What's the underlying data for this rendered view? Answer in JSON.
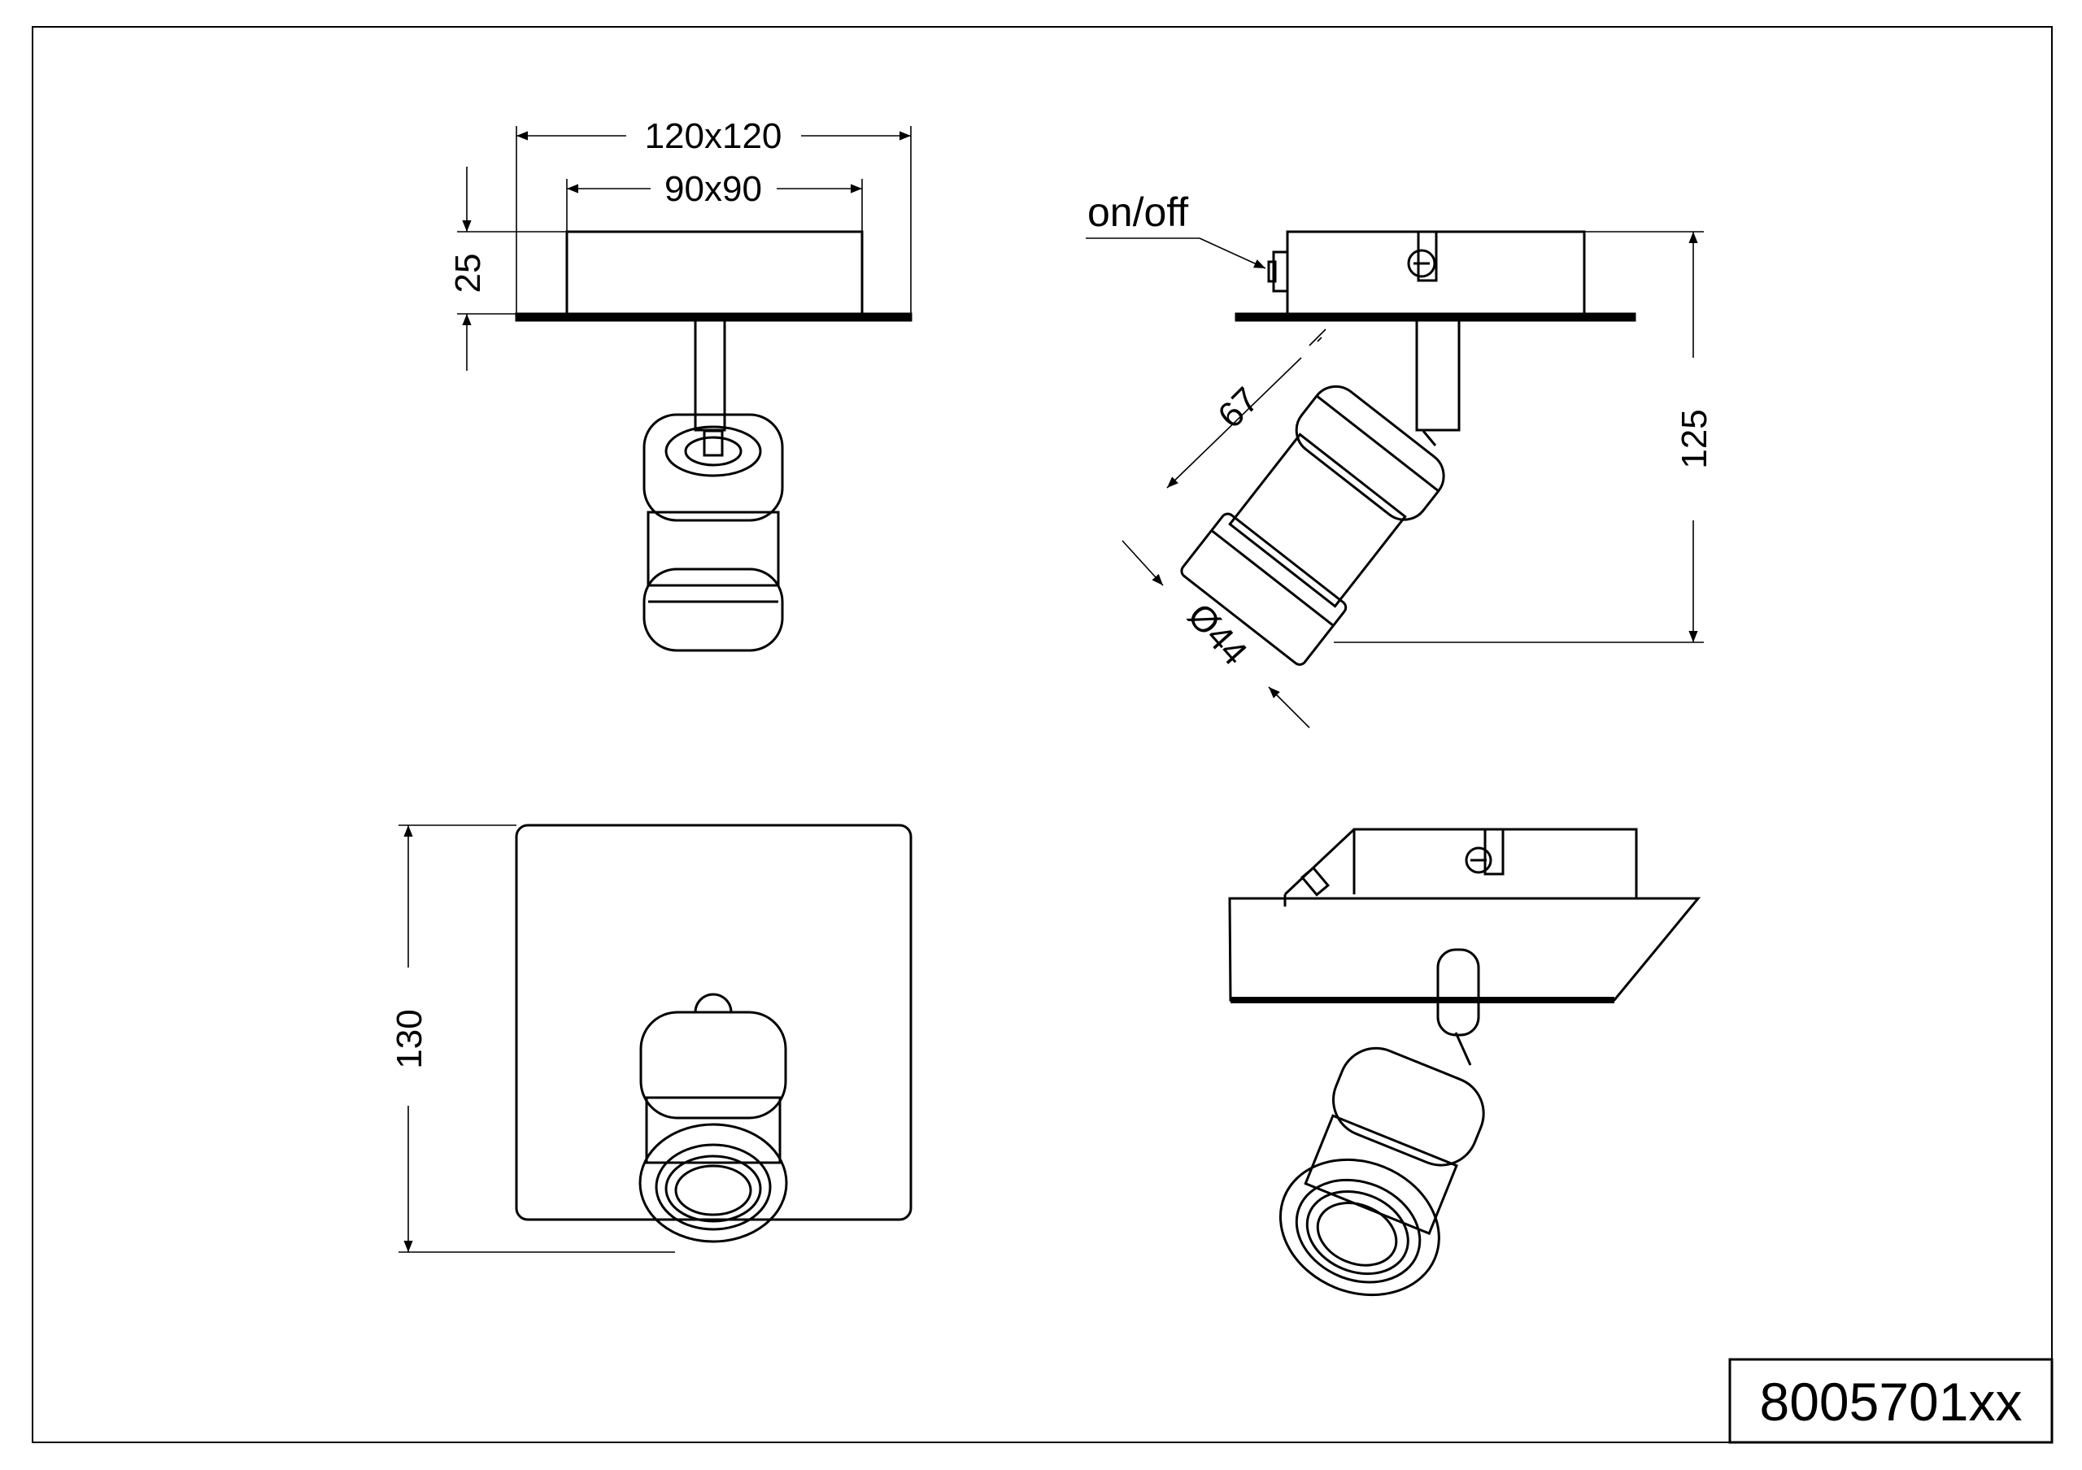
{
  "dimensions": {
    "front_plate_width": "120x120",
    "front_box_width": "90x90",
    "front_box_height": "25",
    "side_total_height": "125",
    "side_arm_length": "67",
    "side_head_diameter": "Ø44",
    "bottom_total_height": "130"
  },
  "labels": {
    "switch": "on/off"
  },
  "title_block": {
    "part_number": "8005701xx"
  }
}
